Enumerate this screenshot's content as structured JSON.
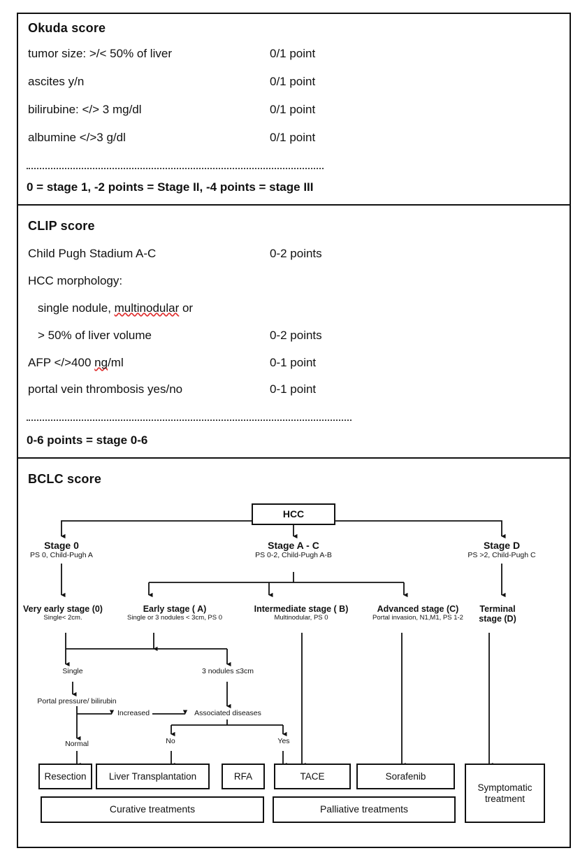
{
  "okuda": {
    "title": "Okuda score",
    "rows": [
      {
        "label": "tumor size: >/< 50% of liver",
        "points": "0/1 point"
      },
      {
        "label": "ascites  y/n",
        "points": "0/1 point"
      },
      {
        "label": "bilirubine: </> 3 mg/dl",
        "points": "0/1 point"
      },
      {
        "label": "albumine </>3 g/dl",
        "points": "0/1 point"
      }
    ],
    "summary": "0 = stage 1, -2 points = Stage II, -4 points = stage III"
  },
  "clip": {
    "title": "CLIP score",
    "rows": [
      {
        "label": "Child Pugh Stadium  A-C",
        "points": "0-2 points"
      },
      {
        "label": "HCC morphology:",
        "points": ""
      },
      {
        "label": "single nodule, multinodular or",
        "points": ""
      },
      {
        "label": "> 50% of liver volume",
        "points": "0-2 points"
      },
      {
        "label": "AFP </>400 ng/ml",
        "points": "0-1 point"
      },
      {
        "label": "portal vein thrombosis yes/no",
        "points": "0-1 point"
      }
    ],
    "morphology_line_plain_a": "single nodule, ",
    "morphology_line_spell": "multinodular",
    "morphology_line_plain_b": " or",
    "afp_plain_a": "AFP </>400 ",
    "afp_spell": "ng",
    "afp_plain_b": "/ml",
    "summary": "0-6 points = stage 0-6"
  },
  "bclc": {
    "title": "BCLC score",
    "root": "HCC",
    "stages": [
      {
        "name": "Stage 0",
        "sub": "PS 0, Child-Pugh A"
      },
      {
        "name": "Stage A - C",
        "sub": "PS 0-2, Child-Pugh A-B"
      },
      {
        "name": "Stage  D",
        "sub": "PS >2, Child-Pugh C"
      }
    ],
    "substages": [
      {
        "name": "Very early stage (0)",
        "desc": "Single< 2cm."
      },
      {
        "name": "Early stage ( A)",
        "desc": "Single or 3 nodules < 3cm, PS 0"
      },
      {
        "name": "Intermediate  stage ( B)",
        "desc": "Multinodular, PS 0"
      },
      {
        "name": "Advanced  stage (C)",
        "desc": "Portal invasion, N1,M1, PS 1-2"
      },
      {
        "name": "Terminal",
        "desc": "stage (D)"
      }
    ],
    "decisions": {
      "single": "Single",
      "three_nodules": "3 nodules ≤3cm",
      "portal_pressure": "Portal pressure/ bilirubin",
      "increased": "Increased",
      "normal": "Normal",
      "associated": "Associated diseases",
      "no": "No",
      "yes": "Yes"
    },
    "treatments": [
      {
        "label": "Resection"
      },
      {
        "label": "Liver Transplantation"
      },
      {
        "label": "RFA"
      },
      {
        "label": "TACE"
      },
      {
        "label": "Sorafenib"
      },
      {
        "label": "Symptomatic treatment"
      }
    ],
    "groups": [
      {
        "label": "Curative treatments"
      },
      {
        "label": "Palliative treatments"
      }
    ]
  },
  "colors": {
    "ink": "#111111",
    "spellcheck": "#e03030",
    "paper": "#ffffff"
  }
}
